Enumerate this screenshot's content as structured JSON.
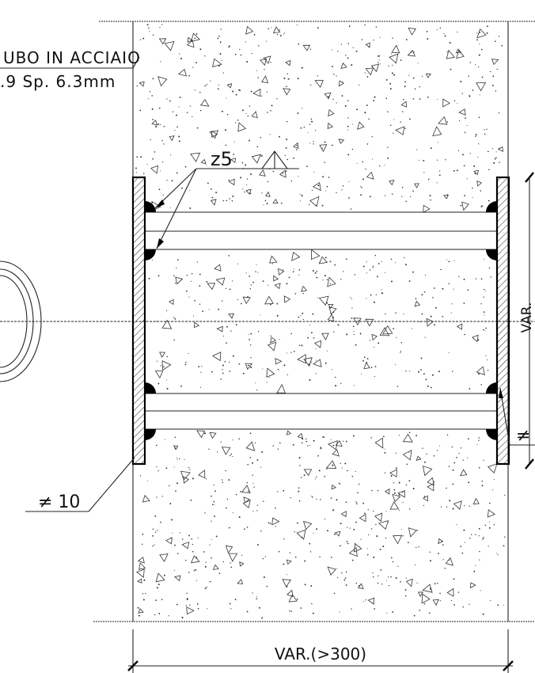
{
  "labels": {
    "pipe_title": "UBO IN ACCIAIO",
    "pipe_spec": ".9 Sp. 6.3mm",
    "weld_size": "z5",
    "plate_left": "≠ 10",
    "plate_right": "≠",
    "side_dim": "VAR.",
    "bottom_dim": "VAR.(>300)"
  },
  "colors": {
    "line": "#000000",
    "hatch": "#333333",
    "concrete_dots": "#333333",
    "background": "#ffffff"
  }
}
